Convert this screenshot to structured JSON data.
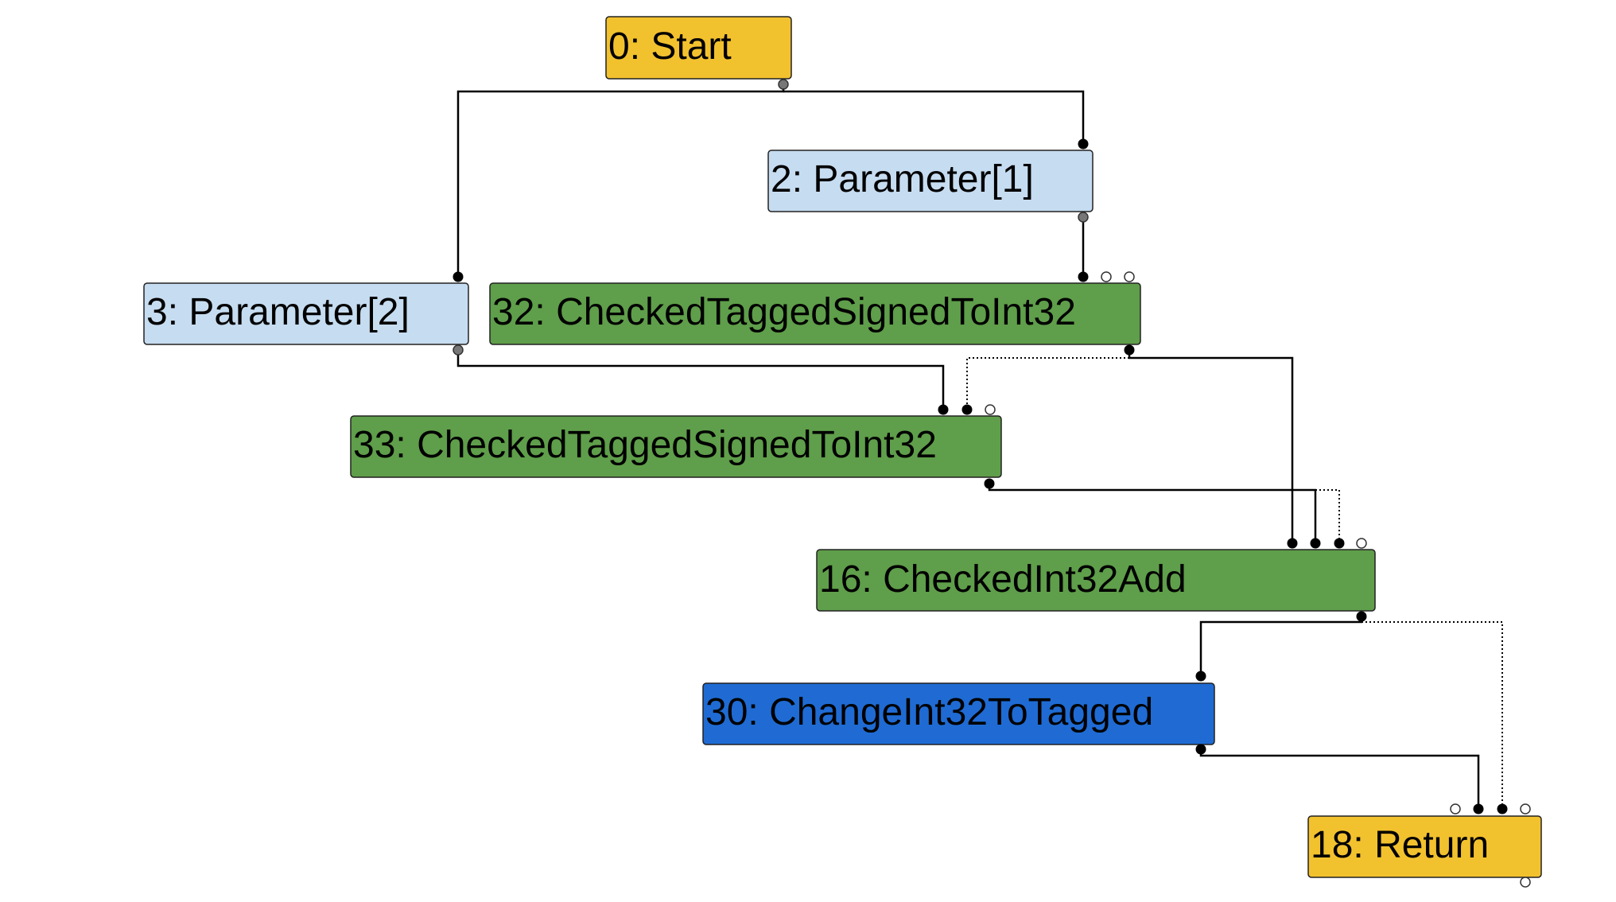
{
  "colors": {
    "start_end": "#f2c12e",
    "parameter": "#c6dcf0",
    "checked_op": "#5f9e4a",
    "change_op": "#1f6bd3"
  },
  "nodes": [
    {
      "id": "n0",
      "label": "0: Start",
      "color": "#f2c12e"
    },
    {
      "id": "n2",
      "label": "2: Parameter[1]",
      "color": "#c6dcf0"
    },
    {
      "id": "n3",
      "label": "3: Parameter[2]",
      "color": "#c6dcf0"
    },
    {
      "id": "n32",
      "label": "32: CheckedTaggedSignedToInt32",
      "color": "#5f9e4a"
    },
    {
      "id": "n33",
      "label": "33: CheckedTaggedSignedToInt32",
      "color": "#5f9e4a"
    },
    {
      "id": "n16",
      "label": "16: CheckedInt32Add",
      "color": "#5f9e4a"
    },
    {
      "id": "n30",
      "label": "30: ChangeInt32ToTagged",
      "color": "#1f6bd3"
    },
    {
      "id": "n18",
      "label": "18: Return",
      "color": "#f2c12e"
    }
  ]
}
